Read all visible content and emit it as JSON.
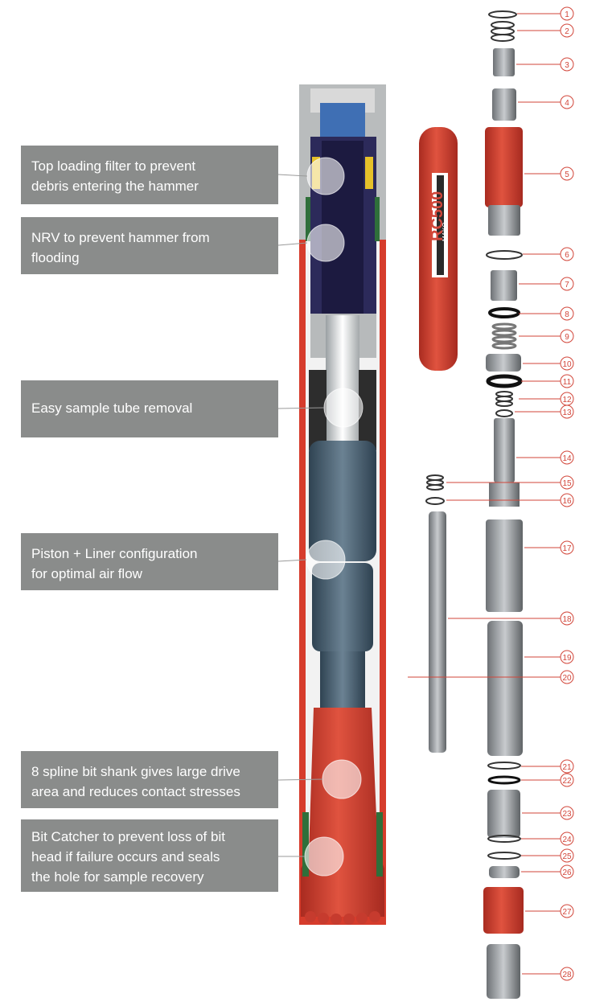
{
  "product_label": {
    "brand": "MAKO",
    "model": "RC500"
  },
  "callouts": [
    {
      "lines": [
        "Top loading filter to prevent",
        "debris entering the hammer"
      ]
    },
    {
      "lines": [
        "NRV to prevent hammer from",
        "flooding"
      ]
    },
    {
      "lines": [
        "Easy sample tube removal"
      ]
    },
    {
      "lines": [
        "Piston + Liner configuration",
        "for optimal air flow"
      ]
    },
    {
      "lines": [
        "8 spline bit shank gives large drive",
        "area and reduces contact stresses"
      ]
    },
    {
      "lines": [
        "Bit Catcher to prevent loss of bit",
        "head if failure occurs and seals",
        "the hole for sample recovery"
      ]
    }
  ],
  "part_numbers": [
    "1",
    "2",
    "3",
    "4",
    "5",
    "6",
    "7",
    "8",
    "9",
    "10",
    "11",
    "12",
    "13",
    "14",
    "15",
    "16",
    "17",
    "18",
    "19",
    "20",
    "21",
    "22",
    "23",
    "24",
    "25",
    "26",
    "27",
    "28"
  ],
  "colors": {
    "red": "#d2463a",
    "callout_bg": "#8a8c8b",
    "dark_blue": "#2c2a5a",
    "steel": "#8a8d90",
    "blue_gray": "#4f6678"
  }
}
